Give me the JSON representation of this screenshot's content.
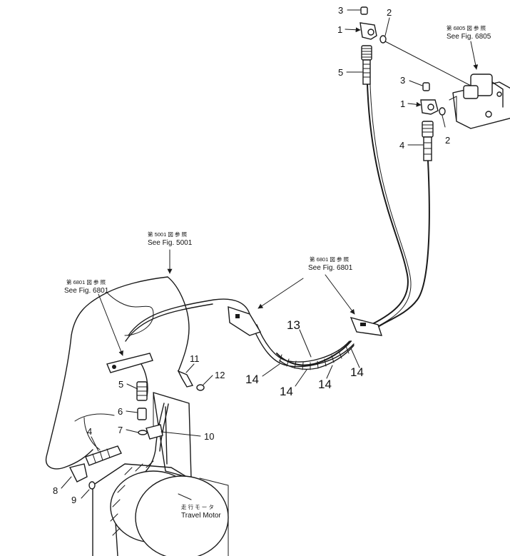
{
  "callouts": {
    "c1a": "1",
    "c1b": "1",
    "c2a": "2",
    "c2b": "2",
    "c3a": "3",
    "c3b": "3",
    "c4a": "4",
    "c4b": "4",
    "c5a": "5",
    "c5b": "5",
    "c6": "6",
    "c7": "7",
    "c8": "8",
    "c9": "9",
    "c10": "10",
    "c11": "11",
    "c12": "12",
    "c13": "13",
    "c14a": "14",
    "c14b": "14",
    "c14c": "14",
    "c14d": "14"
  },
  "references": {
    "fig6805_jp": "第 6805 図 参 照",
    "fig6805_en": "See Fig. 6805",
    "fig5001_jp": "第 5001 図 参 照",
    "fig5001_en": "See Fig. 5001",
    "fig6801a_jp": "第 6801 図 参 照",
    "fig6801a_en": "See Fig. 6801",
    "fig6801b_jp": "第 6801 図 参 照",
    "fig6801b_en": "See Fig. 6801"
  },
  "component": {
    "travel_motor_jp": "走 行 モ ー タ",
    "travel_motor_en": "Travel Motor"
  }
}
